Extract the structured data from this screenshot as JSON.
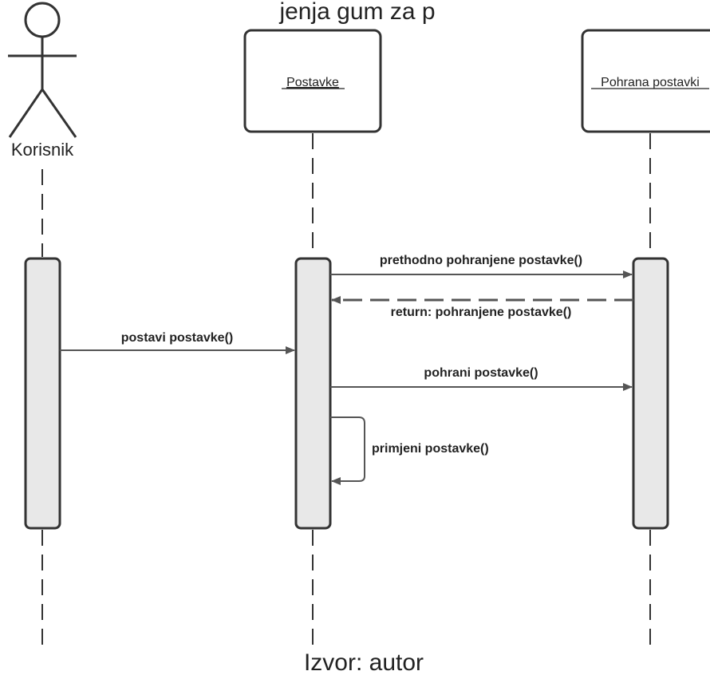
{
  "title_fragment": "jenja gum za p",
  "caption": "Izvor: autor",
  "actor": {
    "label": "Korisnik",
    "icon": "actor-stick-figure-icon"
  },
  "participants": [
    {
      "label": "Postavke"
    },
    {
      "label": "Pohrana postavki"
    }
  ],
  "messages": [
    {
      "label": "prethodno pohranjene postavke()",
      "type": "sync"
    },
    {
      "label": "return: pohranjene postavke()",
      "type": "return"
    },
    {
      "label": "postavi postavke()",
      "type": "sync"
    },
    {
      "label": "pohrani postavke()",
      "type": "sync"
    },
    {
      "label": "primjeni postavke()",
      "type": "self"
    }
  ],
  "colors": {
    "stroke": "#333333",
    "activation_fill": "#e8e8e8",
    "arrow": "#555555"
  }
}
